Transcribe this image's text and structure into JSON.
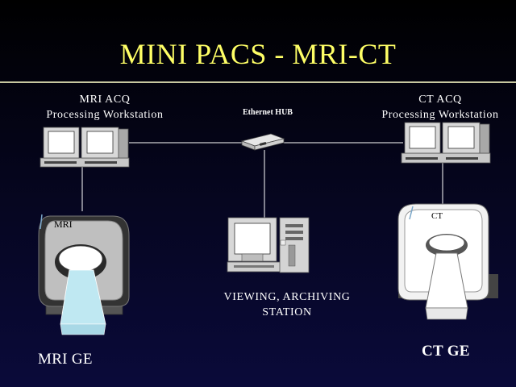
{
  "slide": {
    "title": "MINI PACS - MRI-CT",
    "colors": {
      "title": "#ffff66",
      "background": "#05051c",
      "lines": "#ffffff",
      "beam": "#bfe8f2"
    }
  },
  "nodes": {
    "mri_workstation": {
      "line1": "MRI ACQ",
      "line2": "Processing Workstation",
      "icon": "workstation-icon"
    },
    "ct_workstation": {
      "line1": "CT ACQ",
      "line2": "Processing Workstation",
      "icon": "workstation-icon"
    },
    "hub": {
      "label": "Ethernet HUB",
      "icon": "network-hub-icon"
    },
    "viewing_station": {
      "line1": "VIEWING, ARCHIVING",
      "line2": "STATION",
      "icon": "desktop-computer-icon"
    },
    "mri_scanner": {
      "inner_label": "MRI",
      "caption": "MRI GE",
      "icon": "mri-scanner-icon"
    },
    "ct_scanner": {
      "inner_label": "CT",
      "caption": "CT GE",
      "icon": "ct-scanner-icon"
    }
  }
}
